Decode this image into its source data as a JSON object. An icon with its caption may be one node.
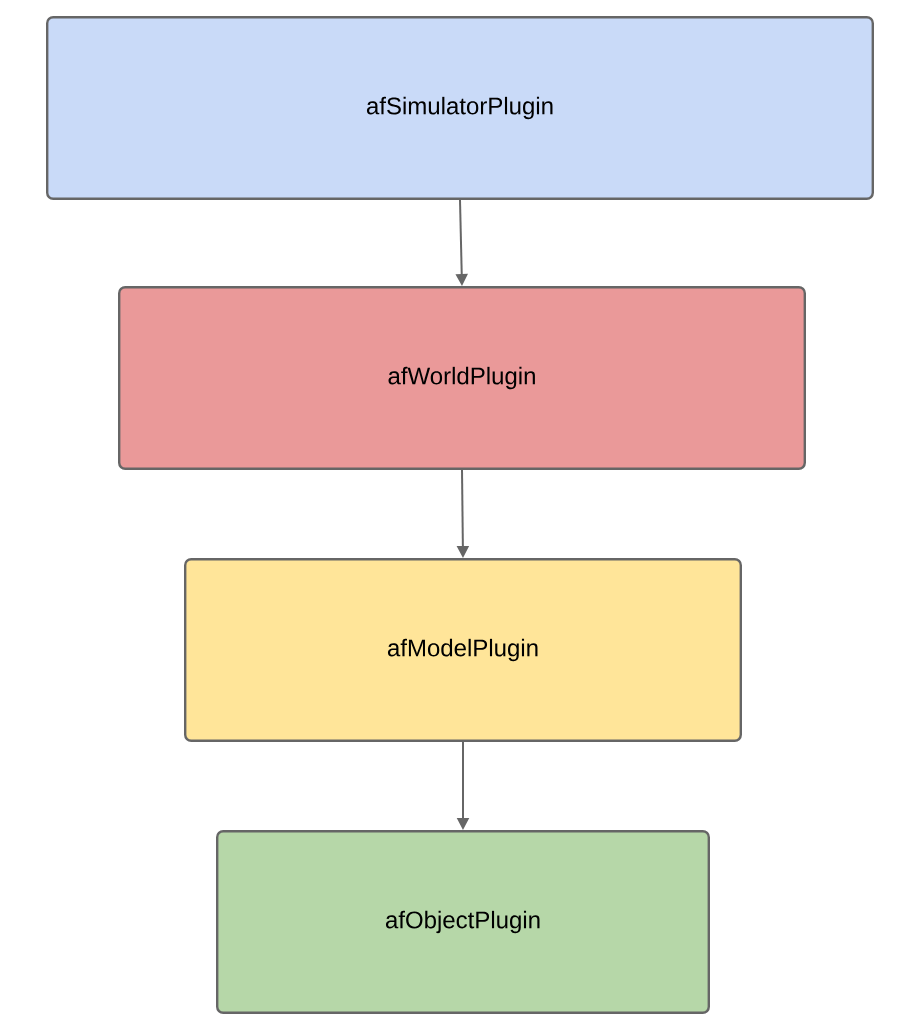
{
  "diagram": {
    "nodes": [
      {
        "text": [
          "afSimulatorPlugin"
        ]
      },
      {
        "text": [
          "afWorldPlugin"
        ]
      },
      {
        "text": [
          "afModelPlugin"
        ]
      },
      {
        "text": [
          "afObjectPlugin"
        ]
      }
    ],
    "edges": [
      {
        "from": 0,
        "to": 1,
        "arrow": "to"
      },
      {
        "from": 1,
        "to": 2,
        "arrow": "to"
      },
      {
        "from": 2,
        "to": 3,
        "arrow": "to"
      }
    ]
  }
}
